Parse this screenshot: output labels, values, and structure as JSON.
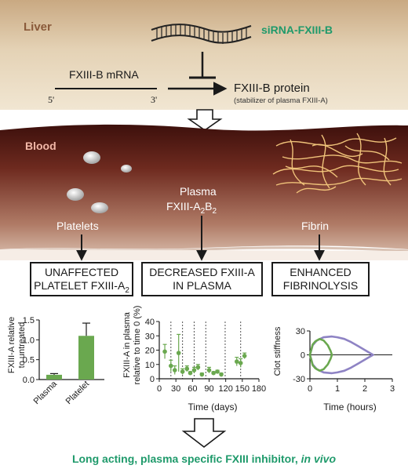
{
  "liver": {
    "label": "Liver",
    "sirna_label": "siRNA-FXIII-B",
    "mrna_label": "FXIII-B mRNA",
    "five_prime": "5'",
    "three_prime": "3'",
    "protein_label": "FXIII-B protein",
    "protein_note": "(stabilizer of plasma FXIII-A)"
  },
  "blood": {
    "label": "Blood",
    "platelets": "Platelets",
    "plasma_line1": "Plasma",
    "plasma_line2": "FXIII-A2B2",
    "fibrin": "Fibrin"
  },
  "outcomes": [
    {
      "line1": "UNAFFECTED",
      "line2": "PLATELET FXIII-A2"
    },
    {
      "line1": "DECREASED FXIII-A",
      "line2": "IN PLASMA"
    },
    {
      "line1": "ENHANCED",
      "line2": "FIBRINOLYSIS"
    }
  ],
  "conclusion": {
    "text": "Long acting, plasma specific FXIII inhibitor,",
    "italic": "in vivo"
  },
  "colors": {
    "green": "#6aa84f",
    "purple": "#8e83c4",
    "teal_text": "#1f9a6b",
    "liver_bg": "#e6d5b8",
    "blood_dark": "#5a1f16"
  },
  "chart_data": [
    {
      "type": "bar",
      "ylabel_line1": "FXIII-A relative",
      "ylabel_line2": "to untreated",
      "categories": [
        "Plasma",
        "Platelet"
      ],
      "values": [
        0.12,
        1.1
      ],
      "errors": [
        0.03,
        0.32
      ],
      "ylim": [
        0,
        1.5
      ],
      "yticks": [
        "0.0",
        "0.5",
        "1.0",
        "1.5"
      ]
    },
    {
      "type": "scatter",
      "ylabel_line1": "FXIII-A in plasma",
      "ylabel_line2": "relative to time 0 (%)",
      "xlabel": "Time (days)",
      "xlim": [
        0,
        180
      ],
      "ylim": [
        0,
        40
      ],
      "xticks": [
        "0",
        "30",
        "60",
        "90",
        "120",
        "150",
        "180"
      ],
      "yticks": [
        "0",
        "10",
        "20",
        "30",
        "40"
      ],
      "x": [
        10,
        21,
        28,
        35,
        42,
        50,
        56,
        63,
        70,
        77,
        90,
        98,
        105,
        112,
        140,
        147,
        154
      ],
      "y": [
        19,
        9,
        6,
        18,
        5,
        7,
        4,
        6,
        8,
        3,
        6,
        4,
        5,
        3,
        12,
        11,
        16
      ],
      "err": [
        5,
        4,
        3,
        13,
        2,
        2,
        1,
        2,
        2,
        1,
        2,
        1,
        1,
        1,
        3,
        3,
        2
      ],
      "dosing_days": [
        21,
        42,
        63,
        84,
        119,
        147
      ]
    },
    {
      "type": "line",
      "ylabel": "Clot stiffness",
      "xlabel": "Time (hours)",
      "xlim": [
        0,
        3
      ],
      "ylim": [
        -30,
        30
      ],
      "xticks": [
        "0",
        "1",
        "2",
        "3"
      ],
      "yticks": [
        "-30",
        "0",
        "30"
      ],
      "series": [
        {
          "role": "control",
          "x": [
            0.0,
            0.1,
            0.25,
            0.5,
            0.8,
            1.0,
            1.25,
            1.5,
            1.75,
            2.0,
            2.2,
            2.3
          ],
          "amp": [
            0,
            12,
            18,
            22,
            23,
            22,
            20,
            16,
            11,
            6,
            2,
            0
          ]
        },
        {
          "role": "treated",
          "x": [
            0.0,
            0.1,
            0.2,
            0.35,
            0.5,
            0.65,
            0.75,
            0.8
          ],
          "amp": [
            0,
            13,
            17,
            20,
            18,
            12,
            5,
            0
          ]
        }
      ]
    }
  ]
}
